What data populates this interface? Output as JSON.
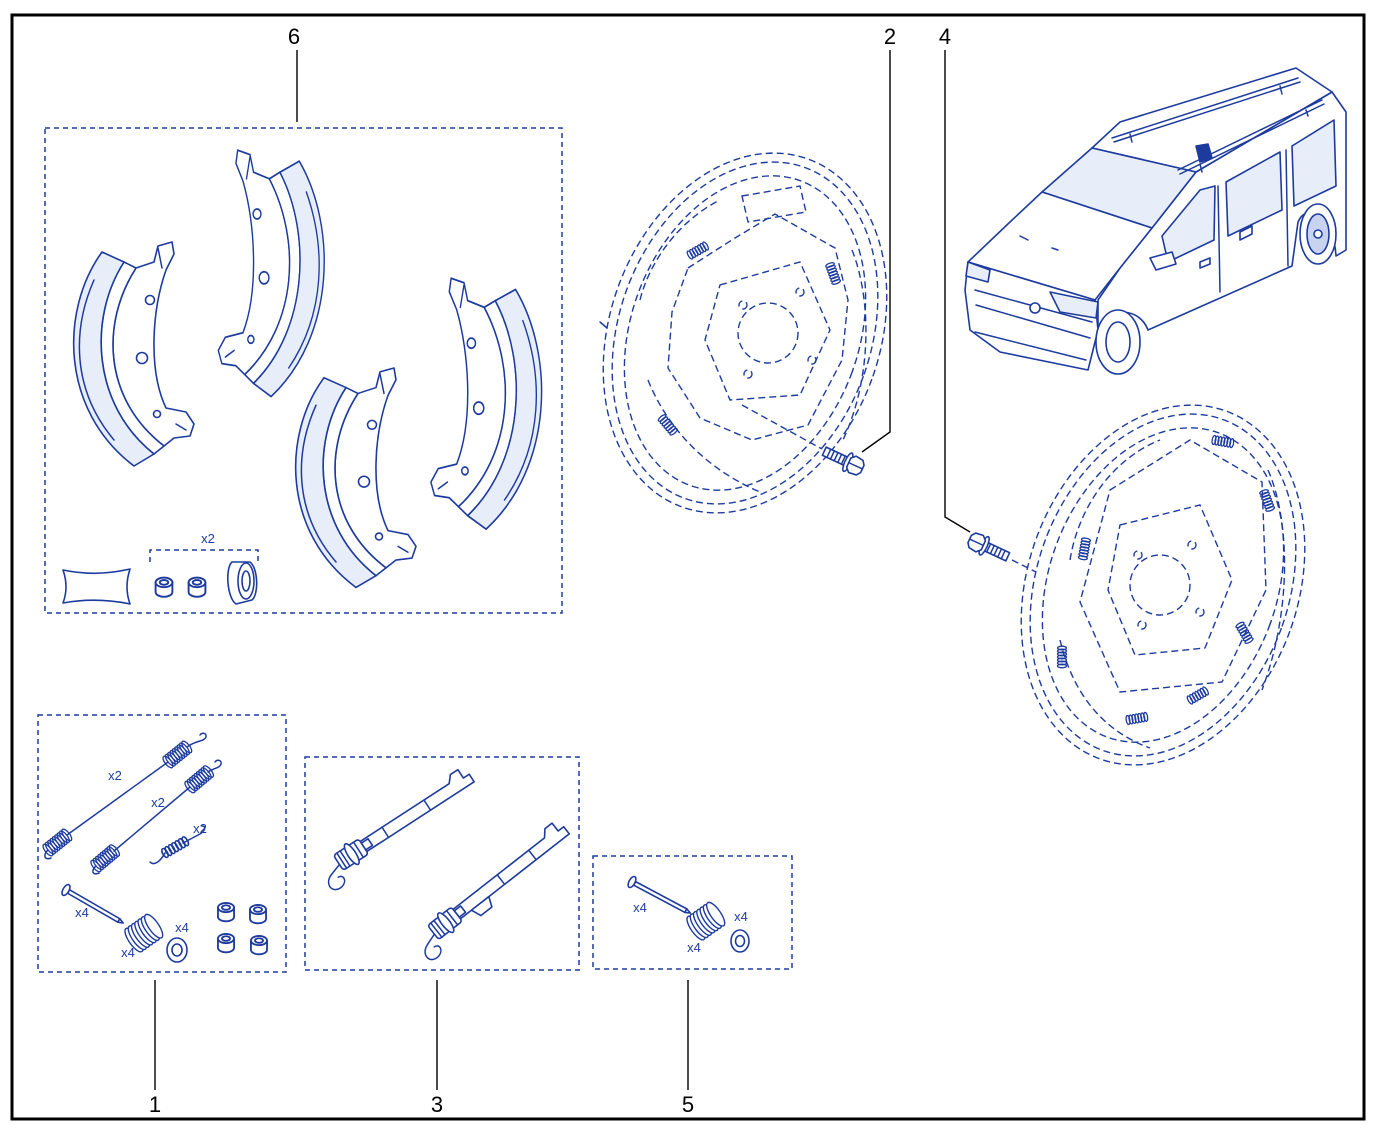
{
  "colors": {
    "line": "#1d3b9f",
    "frame": "#000000"
  },
  "callouts": {
    "item_1": "1",
    "item_2": "2",
    "item_3": "3",
    "item_4": "4",
    "item_5": "5",
    "item_6": "6"
  },
  "quantities": {
    "group_6": [
      "x2"
    ],
    "group_1": [
      "x2",
      "x2",
      "x2",
      "x4",
      "x4",
      "x4"
    ],
    "group_5": [
      "x4",
      "x4",
      "x4"
    ]
  }
}
